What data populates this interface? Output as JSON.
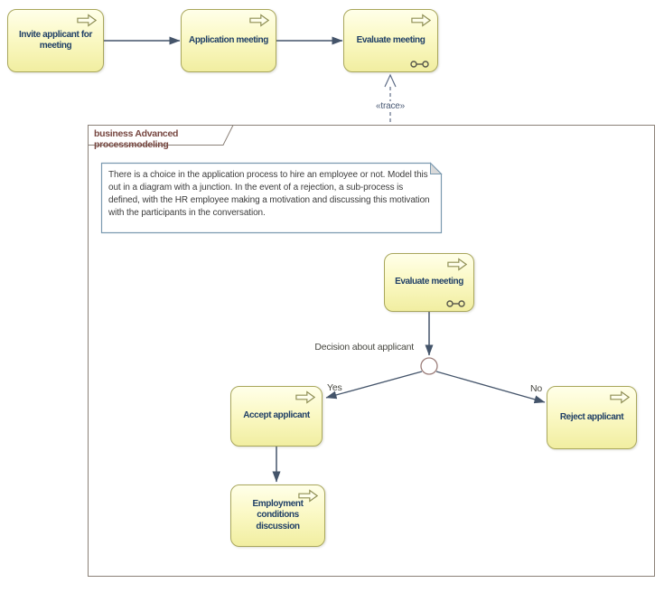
{
  "diagram": {
    "frame_title": "business Advanced processmodeling",
    "trace_label": "«trace»",
    "note_text": "There is a choice in the application process to hire an employee or not. Model this out in a diagram with a junction. In the event of a rejection, a sub-process is defined, with the HR employee making a motivation and discussing this motivation with the participants in the conversation.",
    "decision_label": "Decision about applicant",
    "yes_label": "Yes",
    "no_label": "No",
    "nodes": {
      "invite": "Invite applicant for meeting",
      "application": "Application meeting",
      "evaluate_top": "Evaluate meeting",
      "evaluate_inner": "Evaluate meeting",
      "accept": "Accept applicant",
      "reject": "Reject applicant",
      "employment": "Employment conditions discussion"
    },
    "colors": {
      "node_fill_top": "#ffffe9",
      "node_fill_bottom": "#f1eea1",
      "node_border": "#a9a75c",
      "node_text": "#1f3f66",
      "connector": "#44546a",
      "trace_line": "#5d6b85",
      "junction_border": "#9c7e7a",
      "frame_border": "#8b8178",
      "frame_title": "#774741",
      "note_border": "#7b9ab0",
      "note_text": "#3d3d3d"
    }
  }
}
